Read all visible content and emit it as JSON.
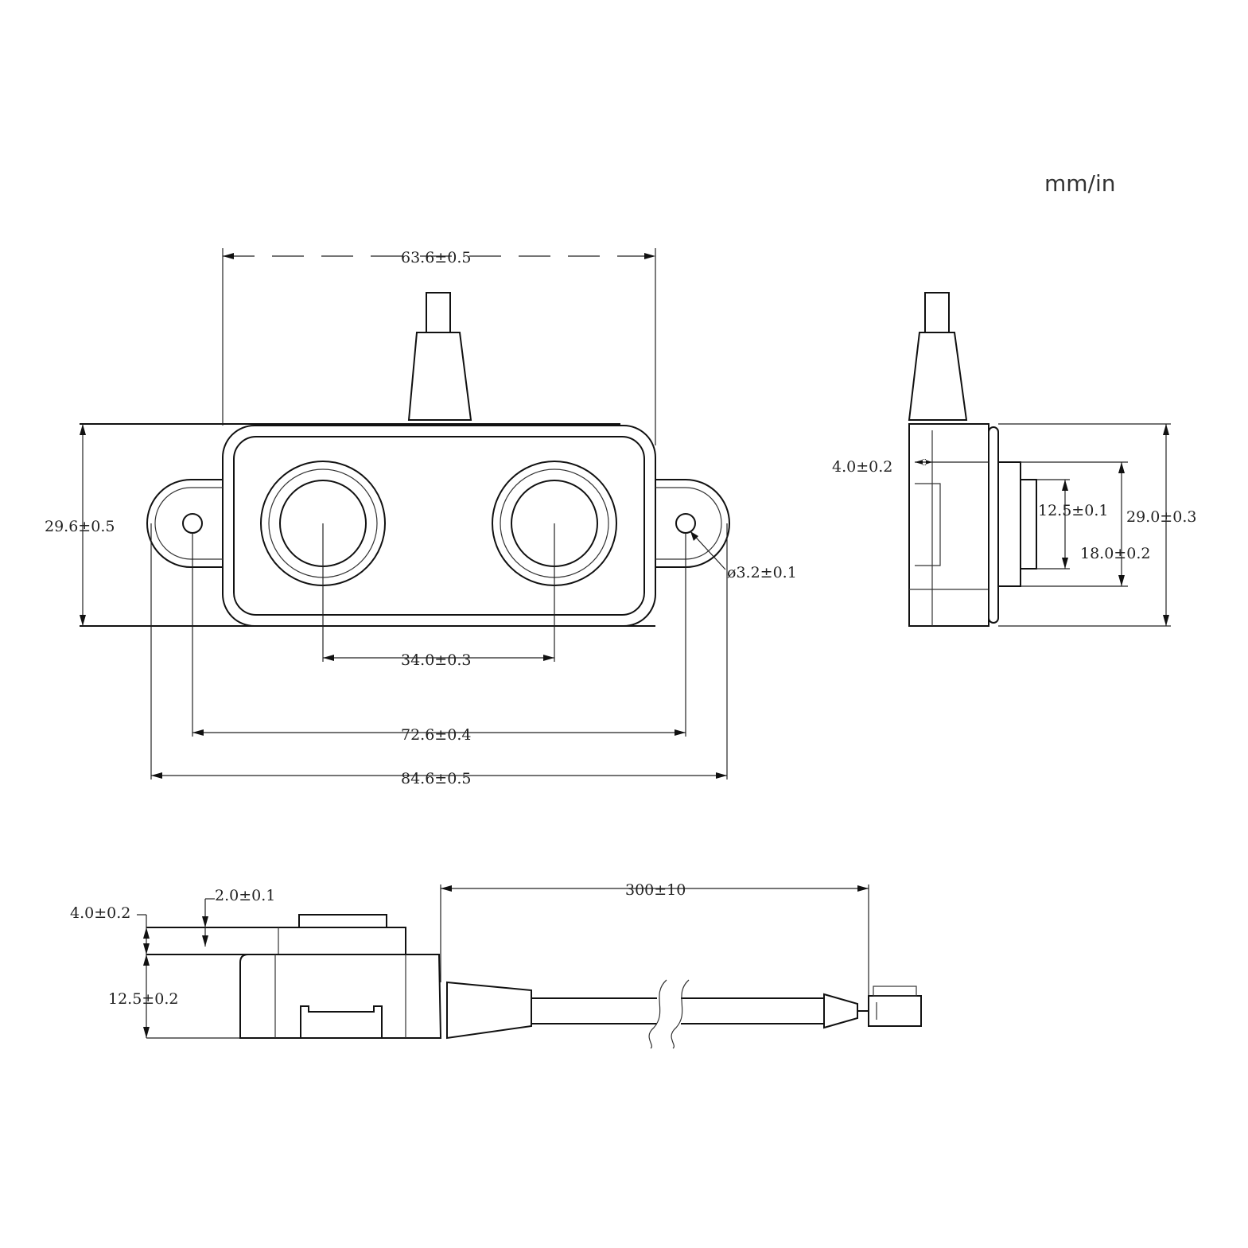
{
  "units": "mm/in",
  "dimensions": {
    "front_width": "63.6±0.5",
    "front_height": "29.6±0.5",
    "hole_diameter": "ø3.2±0.1",
    "transducer_spacing": "34.0±0.3",
    "mount_hole_spacing": "72.6±0.4",
    "overall_width": "84.6±0.5",
    "side_flange_depth": "4.0±0.2",
    "side_inner_height": "12.5±0.1",
    "side_height": "29.0±0.3",
    "side_transducer_diameter": "18.0±0.2",
    "bottom_lid_thickness": "2.0±0.1",
    "bottom_top_depth": "4.0±0.2",
    "bottom_body_height": "12.5±0.2",
    "cable_length": "300±10"
  }
}
